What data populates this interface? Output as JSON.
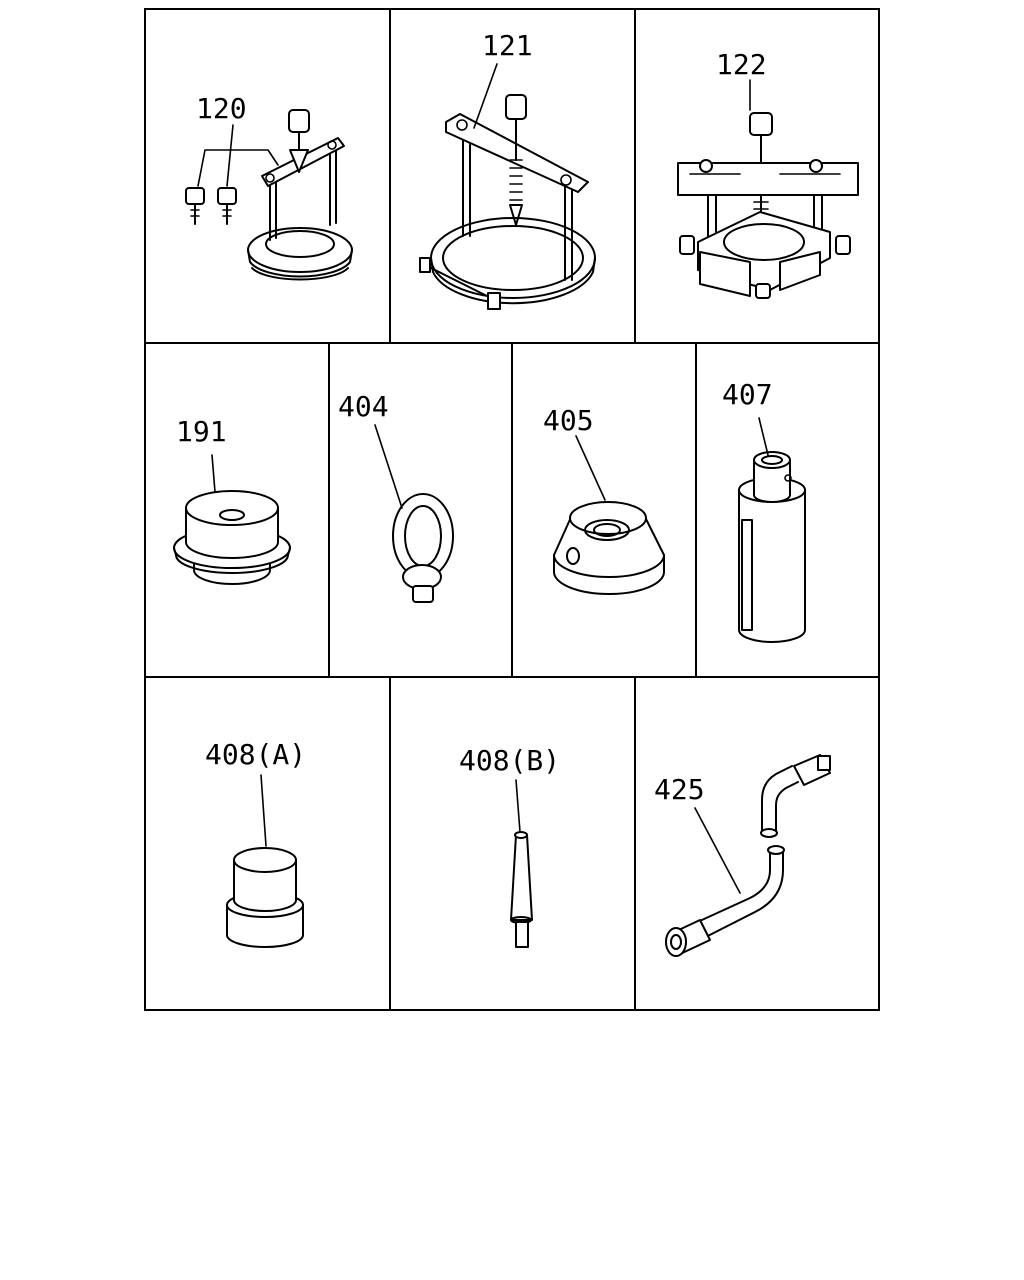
{
  "labels": {
    "p120": "120",
    "p121": "121",
    "p122": "122",
    "p191": "191",
    "p404": "404",
    "p405": "405",
    "p407": "407",
    "p408a": "408(A)",
    "p408b": "408(B)",
    "p425": "425"
  }
}
